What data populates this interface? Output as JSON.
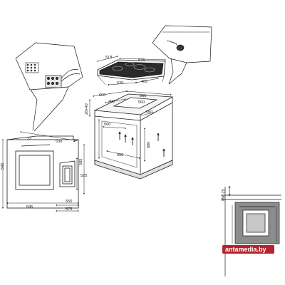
{
  "colors": {
    "line": "#1a1a1a",
    "gray": "#8c8c8c",
    "watermark_bg": "#b5232f",
    "watermark_text": "#ffffff"
  },
  "hob": {
    "width": "576",
    "depth": "518",
    "inner_width": "520",
    "inner_depth": "480"
  },
  "cabinet": {
    "top_width": "600",
    "front_width": "560",
    "depth_a": "490",
    "depth_b": "560",
    "inner_depth": "560",
    "inner_height": "600",
    "worktop": "28+40",
    "cutout_depth": "550",
    "bottom_width": "560"
  },
  "oven": {
    "top_depth": "530",
    "height": "595",
    "height_inner": "585",
    "front_height": "525",
    "gap": "22",
    "width": "595",
    "width_inner": "575",
    "width_cutout": "550"
  },
  "side_view": {
    "min_label": "Min 25"
  },
  "watermark": "antamedia.by"
}
